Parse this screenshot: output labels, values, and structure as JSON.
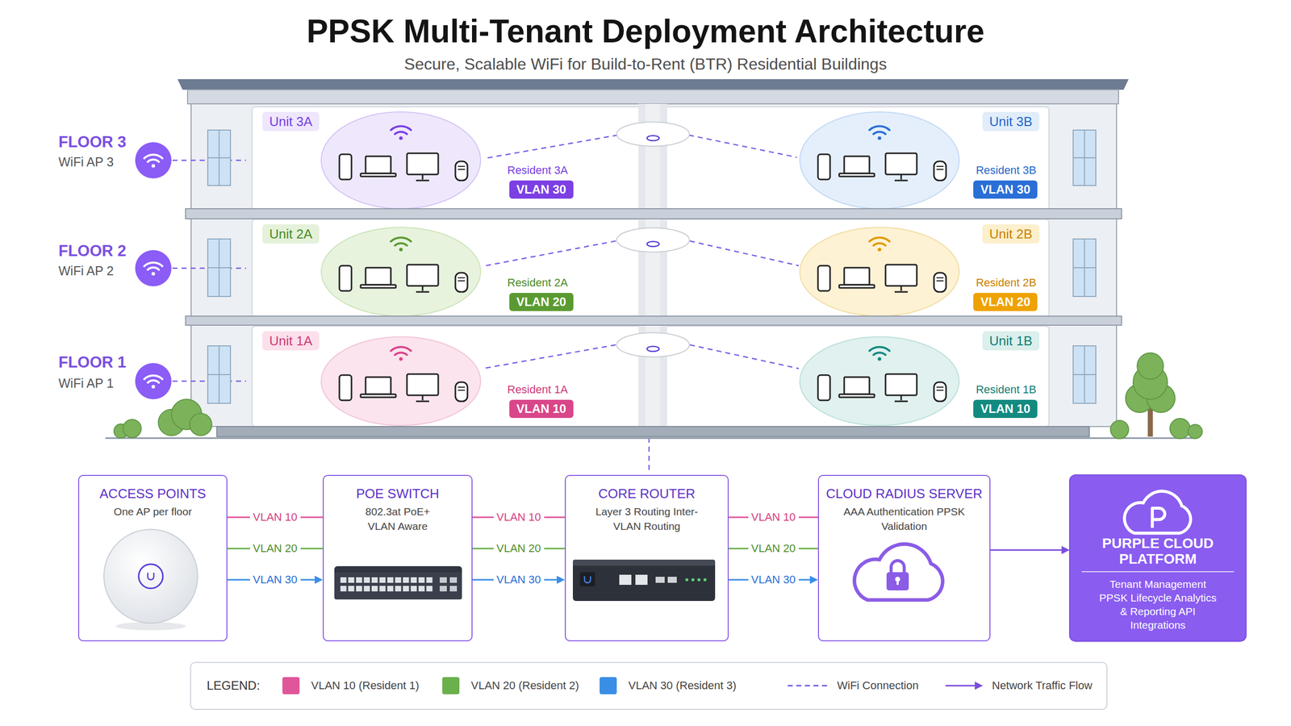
{
  "diagram": {
    "title": "PPSK Multi-Tenant Deployment Architecture",
    "caption": "Secure, Scalable WiFi for Build-to-Rent (BTR) Residential Buildings",
    "nodes": [
      {
        "text": [
          "Unit 3A",
          "Resident 3A"
        ]
      },
      {
        "text": [
          "VLAN 30"
        ],
        "in": 0
      },
      {
        "text": [
          "Unit 3B",
          "Resident 3B"
        ]
      },
      {
        "text": [
          "VLAN 30"
        ],
        "in": 2
      },
      {
        "text": [
          "Unit 2A",
          "Resident 2A"
        ]
      },
      {
        "text": [
          "VLAN 20"
        ],
        "in": 4
      },
      {
        "text": [
          "Unit 2B",
          "Resident 2B"
        ]
      },
      {
        "text": [
          "VLAN 20"
        ],
        "in": 6
      },
      {
        "text": [
          "Unit 1A",
          "Resident 1A"
        ]
      },
      {
        "text": [
          "VLAN 10"
        ],
        "in": 8
      },
      {
        "text": [
          "Unit 1B",
          "Resident 1B"
        ]
      },
      {
        "text": [
          "VLAN 10"
        ],
        "in": 10
      },
      {
        "text": [
          "ACCESS POINTS",
          "One AP per floor"
        ]
      },
      {
        "text": [
          "POE SWITCH",
          "802.3at PoE+ VLAN Aware"
        ]
      },
      {
        "text": [
          "CORE ROUTER",
          "Layer 3 Routing Inter-VLAN Routing"
        ]
      },
      {
        "text": [
          "CLOUD RADIUS SERVER",
          "AAA Authentication PPSK Validation"
        ]
      },
      {
        "text": [
          "PURPLE CLOUD PLATFORM",
          "Tenant Management PPSK Lifecycle Analytics & Reporting API Integrations"
        ]
      }
    ],
    "edges": [
      {
        "from": 12,
        "to": 13,
        "label": "VLAN 10",
        "arrow": "none"
      },
      {
        "from": 12,
        "to": 13,
        "label": "VLAN 20",
        "arrow": "none"
      },
      {
        "from": 12,
        "to": 13,
        "label": "VLAN 30",
        "arrow": "to"
      },
      {
        "from": 13,
        "to": 14,
        "label": "VLAN 10",
        "arrow": "none"
      },
      {
        "from": 13,
        "to": 14,
        "label": "VLAN 20",
        "arrow": "none"
      },
      {
        "from": 13,
        "to": 14,
        "label": "VLAN 30",
        "arrow": "to"
      },
      {
        "from": 14,
        "to": 15,
        "label": "VLAN 10",
        "arrow": "none"
      },
      {
        "from": 14,
        "to": 15,
        "label": "VLAN 20",
        "arrow": "none"
      },
      {
        "from": 14,
        "to": 15,
        "label": "VLAN 30",
        "arrow": "to"
      },
      {
        "from": 15,
        "to": 16,
        "arrow": "to"
      }
    ],
    "labels": [
      "FLOOR 3",
      "WiFi AP 3",
      "FLOOR 2",
      "WiFi AP 2",
      "FLOOR 1",
      "WiFi AP 1",
      "LEGEND:"
    ],
    "legend": [
      {
        "text": "VLAN 10 (Resident 1)",
        "color": "#e0569a"
      },
      {
        "text": "VLAN 20 (Resident 2)",
        "color": "#6ab04c"
      },
      {
        "text": "VLAN 30 (Resident 3)",
        "color": "#3a8ee6"
      },
      {
        "text": "WiFi Connection"
      },
      {
        "text": "Network Traffic Flow"
      }
    ]
  }
}
